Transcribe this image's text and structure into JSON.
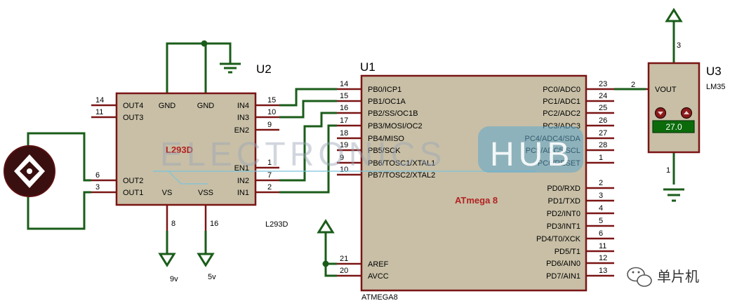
{
  "u2": {
    "ref": "U2",
    "part_label": "L293D",
    "part_name": "L293D",
    "pins_left": [
      {
        "num": "14",
        "name": "OUT4"
      },
      {
        "num": "11",
        "name": "OUT3"
      },
      {
        "num": "6",
        "name": "OUT2"
      },
      {
        "num": "3",
        "name": "OUT1"
      }
    ],
    "pins_right": [
      {
        "num": "15",
        "name": "IN4"
      },
      {
        "num": "10",
        "name": "IN3"
      },
      {
        "num": "9",
        "name": "EN2"
      },
      {
        "num": "1",
        "name": "EN1"
      },
      {
        "num": "7",
        "name": "IN2"
      },
      {
        "num": "2",
        "name": "IN1"
      }
    ],
    "pins_top": [
      {
        "name": "GND"
      },
      {
        "name": "GND"
      }
    ],
    "pins_bottom": [
      {
        "num": "8",
        "name": "VS"
      },
      {
        "num": "16",
        "name": "VSS"
      }
    ],
    "supply_labels": [
      "9v",
      "5v"
    ]
  },
  "u1": {
    "ref": "U1",
    "part_label": "ATMEGA8",
    "center_label": "ATmega 8",
    "pins_left": [
      {
        "num": "14",
        "name": "PB0/ICP1"
      },
      {
        "num": "15",
        "name": "PB1/OC1A"
      },
      {
        "num": "16",
        "name": "PB2/SS/OC1B"
      },
      {
        "num": "17",
        "name": "PB3/MOSI/OC2"
      },
      {
        "num": "18",
        "name": "PB4/MISO"
      },
      {
        "num": "19",
        "name": "PB5/SCK"
      },
      {
        "num": "9",
        "name": "PB6/TOSC1/XTAL1"
      },
      {
        "num": "10",
        "name": "PB7/TOSC2/XTAL2"
      },
      {
        "num": "21",
        "name": "AREF"
      },
      {
        "num": "20",
        "name": "AVCC"
      }
    ],
    "pins_right": [
      {
        "num": "23",
        "name": "PC0/ADC0"
      },
      {
        "num": "24",
        "name": "PC1/ADC1"
      },
      {
        "num": "25",
        "name": "PC2/ADC2"
      },
      {
        "num": "26",
        "name": "PC3/ADC3"
      },
      {
        "num": "27",
        "name": "PC4/ADC4/SDA"
      },
      {
        "num": "28",
        "name": "PC5/ADC5/SCL"
      },
      {
        "num": "1",
        "name": "PC6/RESET"
      },
      {
        "num": "2",
        "name": "PD0/RXD"
      },
      {
        "num": "3",
        "name": "PD1/TXD"
      },
      {
        "num": "4",
        "name": "PD2/INT0"
      },
      {
        "num": "5",
        "name": "PD3/INT1"
      },
      {
        "num": "6",
        "name": "PD4/T0/XCK"
      },
      {
        "num": "11",
        "name": "PD5/T1"
      },
      {
        "num": "12",
        "name": "PD6/AIN0"
      },
      {
        "num": "13",
        "name": "PD7/AIN1"
      }
    ]
  },
  "u3": {
    "ref": "U3",
    "part_label": "LM35",
    "pin_vout_num": "2",
    "pin_vout_name": "VOUT",
    "pin_top_num": "3",
    "pin_bottom_num": "1",
    "reading": "27.0"
  },
  "watermark": {
    "text_main": "ELECTRONICS",
    "text_highlight": "HUB"
  },
  "brand": {
    "icon": "wechat-icon",
    "text": "单片机"
  },
  "colors": {
    "component_fill": "#c8bfa6",
    "component_border": "#7a1515",
    "pin_color": "#7a1515",
    "wire_color": "#1a5c1a",
    "lcd_color": "#0b6b0b"
  }
}
